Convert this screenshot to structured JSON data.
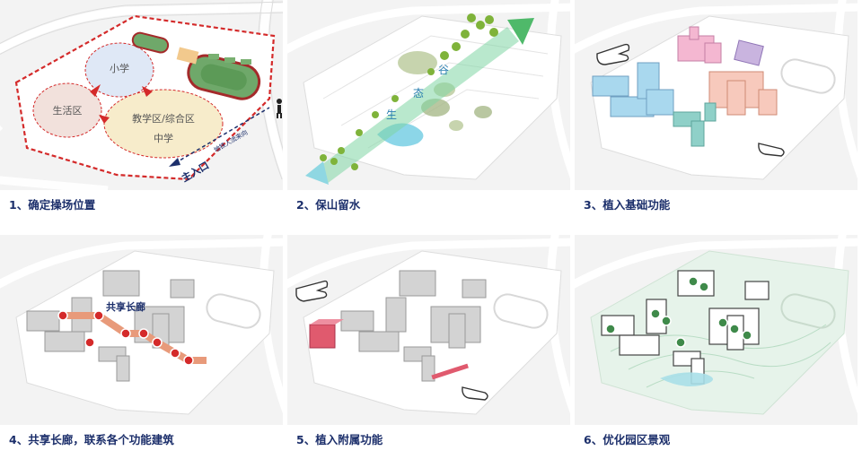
{
  "panels": [
    {
      "caption": "1、确定操场位置",
      "zones": [
        "小学",
        "生活区",
        "教学区/综合区",
        "中学"
      ],
      "entry_label": "主入口",
      "flow_label": "地铁人流来向"
    },
    {
      "caption": "2、保山留水",
      "corridor_label": [
        "生",
        "态",
        "谷"
      ]
    },
    {
      "caption": "3、植入基础功能"
    },
    {
      "caption": "4、共享长廊，联系各个功能建筑",
      "corridor_label": "共享长廊"
    },
    {
      "caption": "5、植入附属功能"
    },
    {
      "caption": "6、优化园区景观"
    }
  ],
  "colors": {
    "caption": "#1c2f6b",
    "boundary": "#d42a2a",
    "primary_school": "#dfe8f6",
    "living_zone": "#f2e1dc",
    "teaching_zone": "#f7eccb",
    "eco_green": "#4fb96a",
    "water": "#7fd1e6",
    "basic_blue": "#a9d8ee",
    "basic_pink": "#f4b7d1",
    "basic_salmon": "#f7c9bc",
    "basic_teal": "#8fd0c8",
    "basic_purple": "#c9b4df",
    "corridor": "#e89a7a",
    "annex_red": "#e05a6e",
    "landscape_green": "#3f8a4a"
  }
}
